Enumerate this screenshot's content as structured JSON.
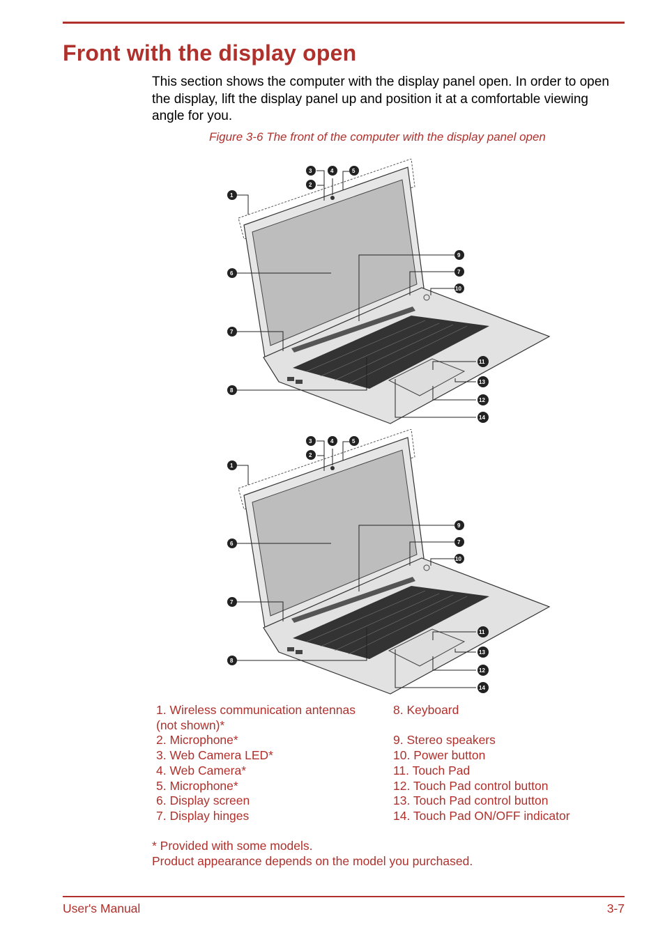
{
  "page": {
    "title": "Front with the display open",
    "intro": "This section shows the computer with the display panel open. In order to open the display, lift the display panel up and position it at a comfortable viewing angle for you.",
    "caption": "Figure 3-6 The front of the computer with the display panel open"
  },
  "figure": {
    "callouts": [
      "1",
      "2",
      "3",
      "4",
      "5",
      "6",
      "7",
      "7",
      "8",
      "9",
      "10",
      "11",
      "12",
      "13",
      "14"
    ],
    "callout_color": "#222222"
  },
  "legend": {
    "left": [
      "1. Wireless communication antennas (not shown)*",
      "2. Microphone*",
      "3. Web Camera LED*",
      "4. Web Camera*",
      "5. Microphone*",
      "6. Display screen",
      "7. Display hinges"
    ],
    "right": [
      "8. Keyboard",
      "",
      "9. Stereo speakers",
      "10. Power button",
      "11. Touch Pad",
      "12. Touch Pad control button",
      "13. Touch Pad control button",
      "14. Touch Pad ON/OFF indicator"
    ]
  },
  "notes": {
    "line1": "* Provided with some models.",
    "line2": "Product appearance depends on the model you purchased."
  },
  "footer": {
    "left": "User's Manual",
    "right": "3-7"
  },
  "colors": {
    "accent": "#b0302c"
  }
}
